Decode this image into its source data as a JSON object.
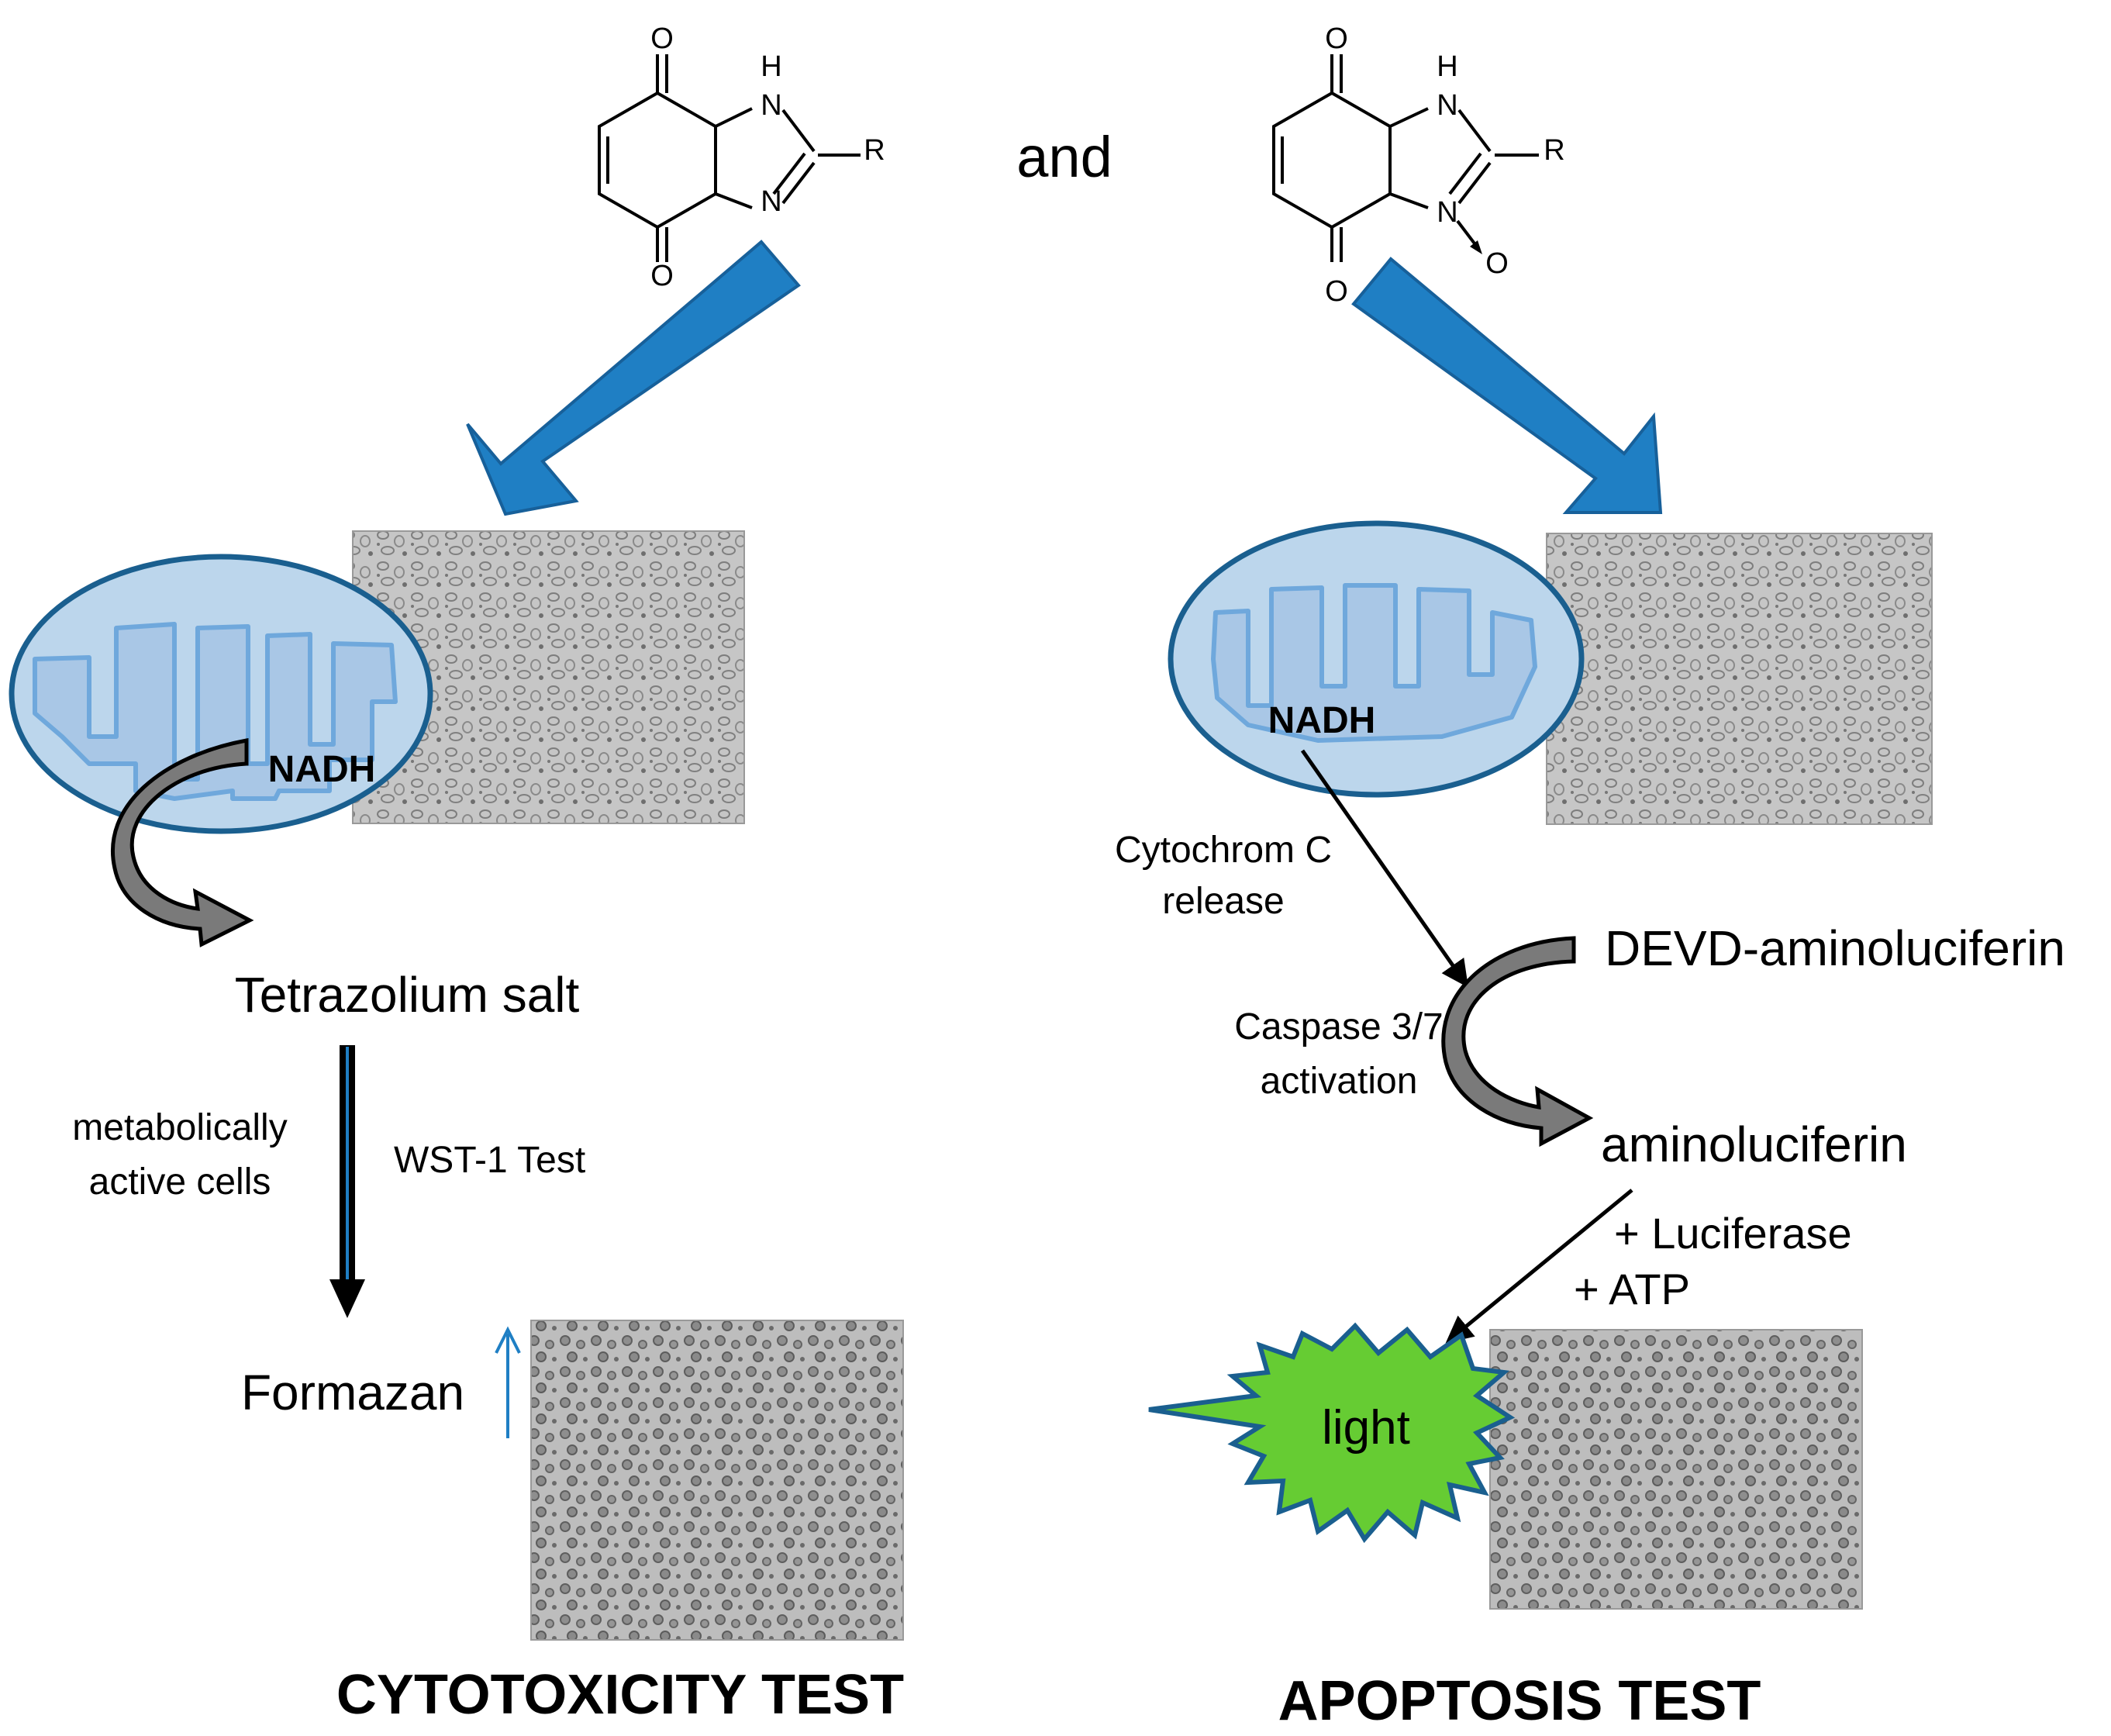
{
  "header": {
    "and_label": "and"
  },
  "chem": {
    "h": "H",
    "n": "N",
    "o": "O",
    "r": "R"
  },
  "left": {
    "nadh": "NADH",
    "tetrazolium": "Tetrazolium salt",
    "metabolically_line1": "metabolically",
    "metabolically_line2": "active cells",
    "wst1": "WST-1 Test",
    "formazan": "Formazan",
    "title": "CYTOTOXICITY  TEST"
  },
  "right": {
    "nadh": "NADH",
    "cytochrom_line1": "Cytochrom C",
    "cytochrom_line2": "release",
    "devd": "DEVD-aminoluciferin",
    "caspase_line1": "Caspase 3/7",
    "caspase_line2": "activation",
    "aminoluciferin": "aminoluciferin",
    "luciferase": "+ Luciferase",
    "atp": "+ ATP",
    "light": "light",
    "title": "APOPTOSIS  TEST"
  },
  "colors": {
    "blue_arrow": "#1f7fc4",
    "mito_outer_fill": "#bcd6ec",
    "mito_outer_stroke": "#1a5f8f",
    "mito_inner_fill": "#a9c7e6",
    "mito_inner_stroke": "#6fa8dc",
    "burst_fill": "#66cc33",
    "burst_stroke": "#1a5f8f",
    "cell_bg": "#c6c6c6",
    "curved_arrow": "#7a7a7a"
  }
}
